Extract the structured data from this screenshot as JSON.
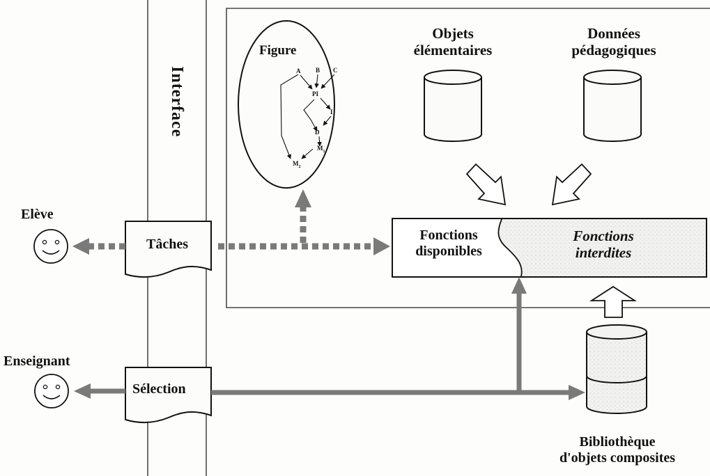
{
  "labels": {
    "interface": "Interface",
    "figure": "Figure",
    "objets": [
      "Objets",
      "élémentaires"
    ],
    "donnees": [
      "Données",
      "pédagogiques"
    ],
    "eleve": "Elève",
    "enseignant": "Enseignant",
    "taches": "Tâches",
    "selection": "Sélection",
    "fonctions_disponibles": [
      "Fonctions",
      "disponibles"
    ],
    "fonctions_interdites": [
      "Fonctions",
      "interdites"
    ],
    "bibliotheque": [
      "Bibliothèque",
      "d'objets composites"
    ]
  },
  "figure_nodes": {
    "a": "A",
    "b": "B",
    "c": "C",
    "pi": "PI",
    "i": "I",
    "d": "D",
    "m1": "M",
    "m1_sub": "1",
    "m2": "M",
    "m2_sub": "2"
  },
  "icons": {
    "eleve_face": "smiley-face-icon",
    "enseignant_face": "smiley-face-icon",
    "objets_db": "database-cylinder-icon",
    "donnees_db": "database-cylinder-icon",
    "bibliotheque_db": "database-cylinder-icon"
  },
  "colors": {
    "arrow": "#7a7a7a",
    "ink": "#111111",
    "box_fill": "#f4f4f2"
  }
}
